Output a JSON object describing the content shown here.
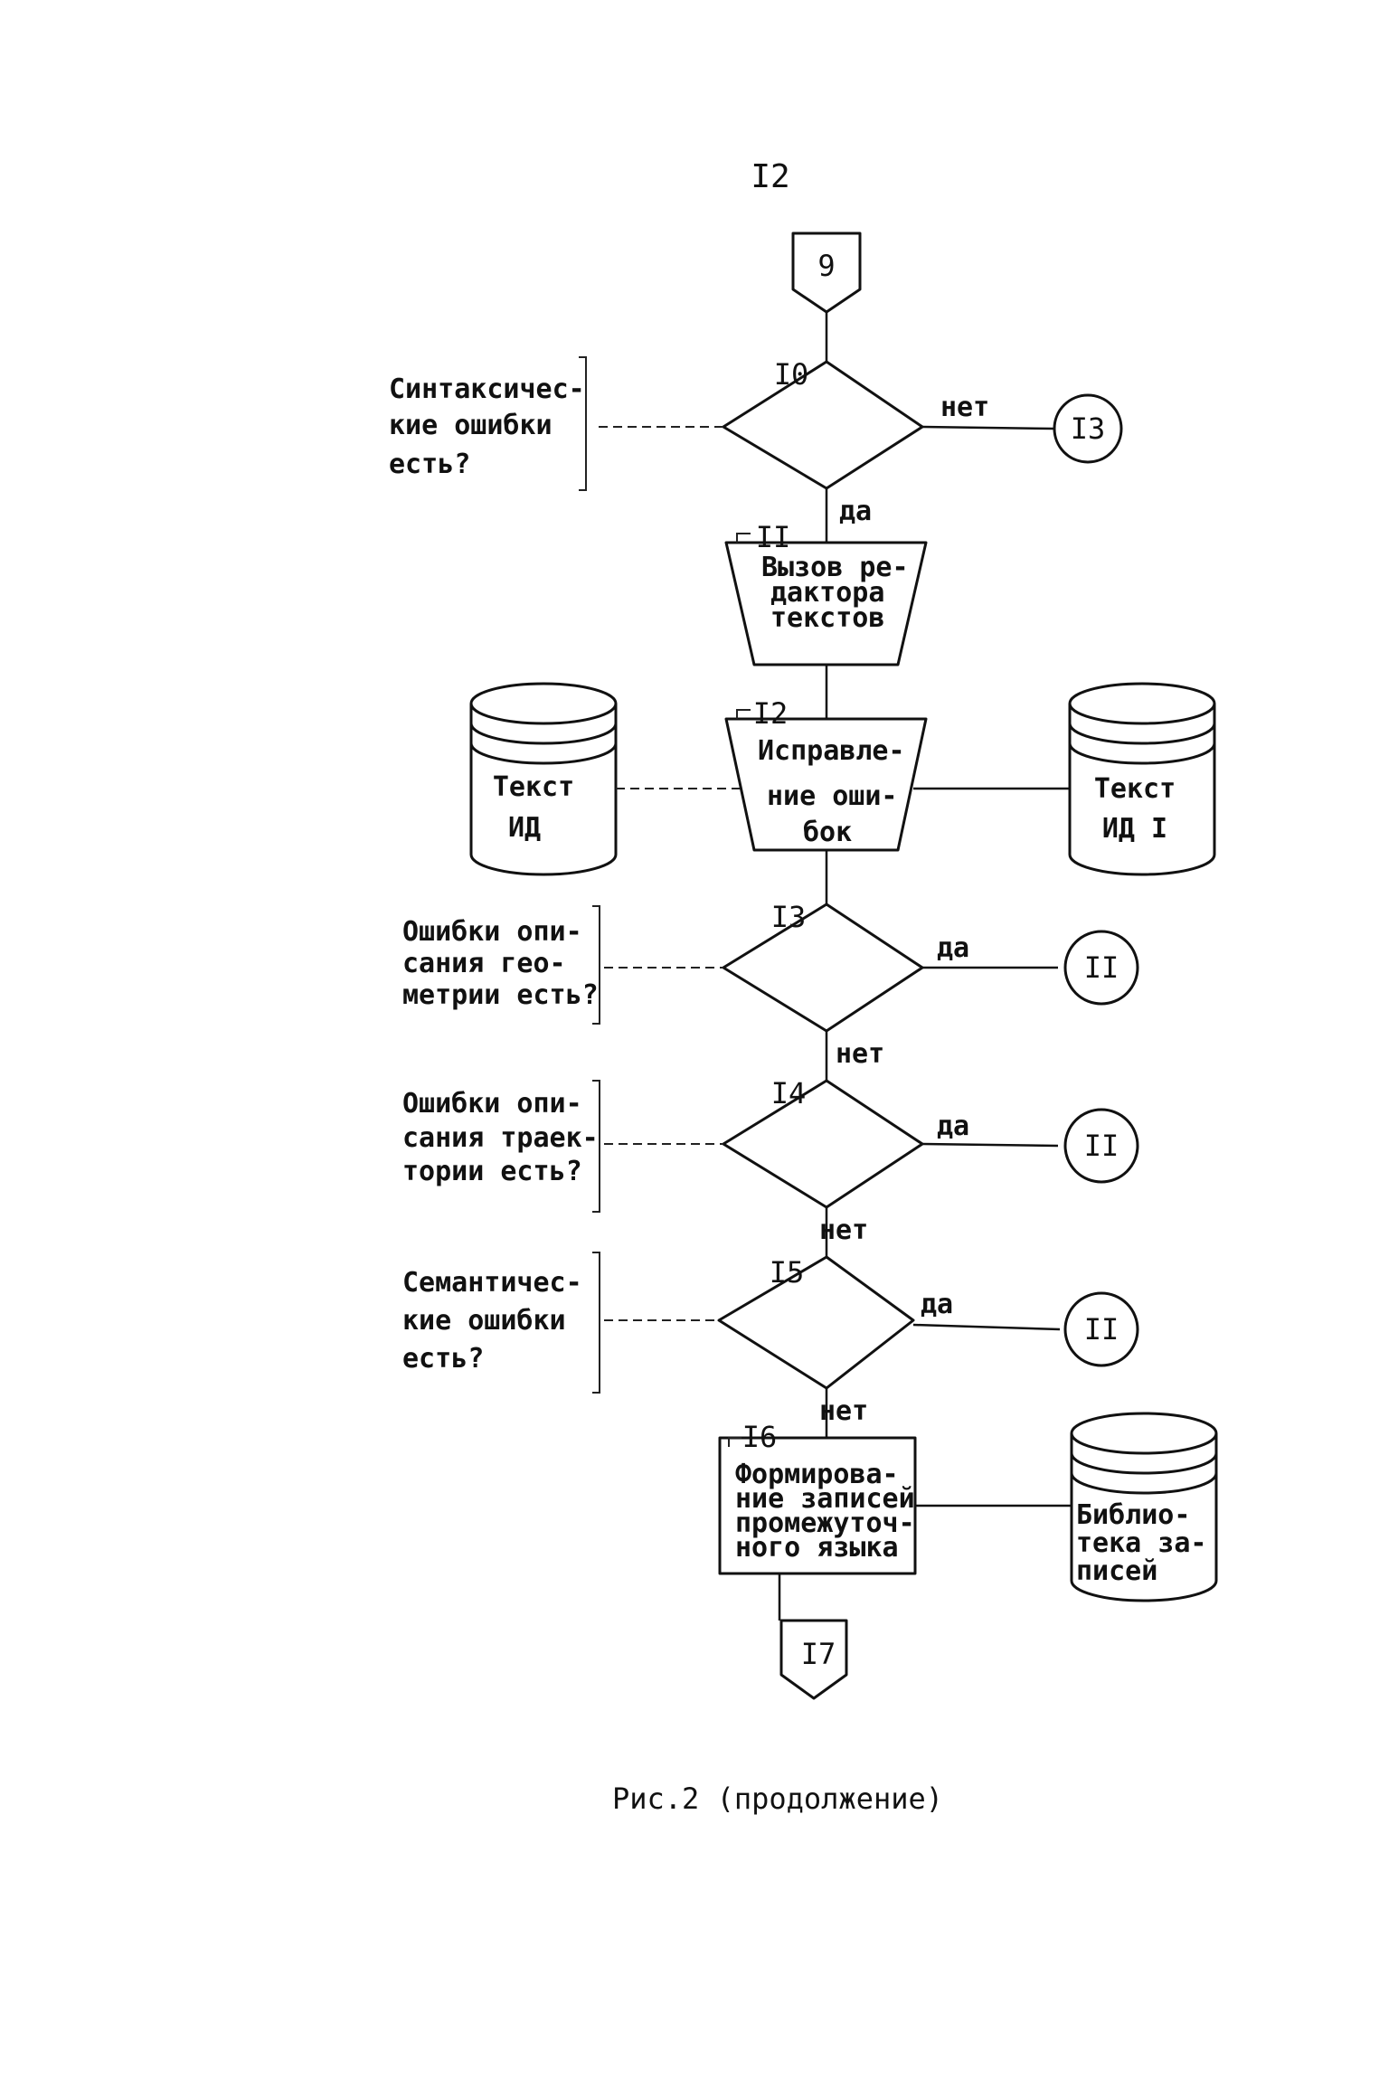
{
  "page_number": "I2",
  "caption": "Рис.2 (продолжение)",
  "connectors": {
    "top": "9",
    "to_13": "I3",
    "to_11_a": "II",
    "to_11_b": "II",
    "to_11_c": "II",
    "bottom": "I7"
  },
  "blocks": {
    "b10": {
      "num": "I0"
    },
    "b11": {
      "num": "II",
      "lines": [
        "Вызов ре-",
        "дактора",
        "текстов"
      ]
    },
    "b12": {
      "num": "I2",
      "lines": [
        "Исправле-",
        "ние оши-",
        "бок"
      ]
    },
    "b13": {
      "num": "I3"
    },
    "b14": {
      "num": "I4"
    },
    "b15": {
      "num": "I5"
    },
    "b16": {
      "num": "I6",
      "lines": [
        "Формирова-",
        "ние записей",
        "промежуточ-",
        "ного языка"
      ]
    }
  },
  "storage": {
    "left": [
      "Текст",
      "ИД"
    ],
    "right": [
      "Текст",
      "ИД I"
    ],
    "library": [
      "Библио-",
      "тека за-",
      "писей"
    ]
  },
  "comments": {
    "c10": [
      "Синтаксичес-",
      "кие ошибки",
      "есть?"
    ],
    "c13": [
      "Ошибки опи-",
      "сания гео-",
      "метрии есть?"
    ],
    "c14": [
      "Ошибки опи-",
      "сания траек-",
      "тории есть?"
    ],
    "c15": [
      "Семантичес-",
      "кие ошибки",
      "есть?"
    ]
  },
  "branch_labels": {
    "b10_no": "нет",
    "b10_yes": "да",
    "b13_yes": "да",
    "b13_no": "нет",
    "b14_yes": "да",
    "b14_no": "нет",
    "b15_yes": "да",
    "b15_no": "нет"
  }
}
